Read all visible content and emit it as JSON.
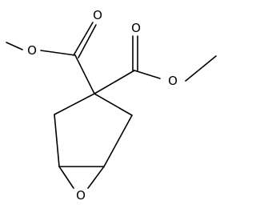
{
  "molecule": {
    "atom_labels": {
      "ester1_carbonyl_O": "O",
      "ester1_ether_O": "O",
      "ester2_carbonyl_O": "O",
      "ester2_ether_O": "O",
      "epoxide_O": "O"
    }
  }
}
